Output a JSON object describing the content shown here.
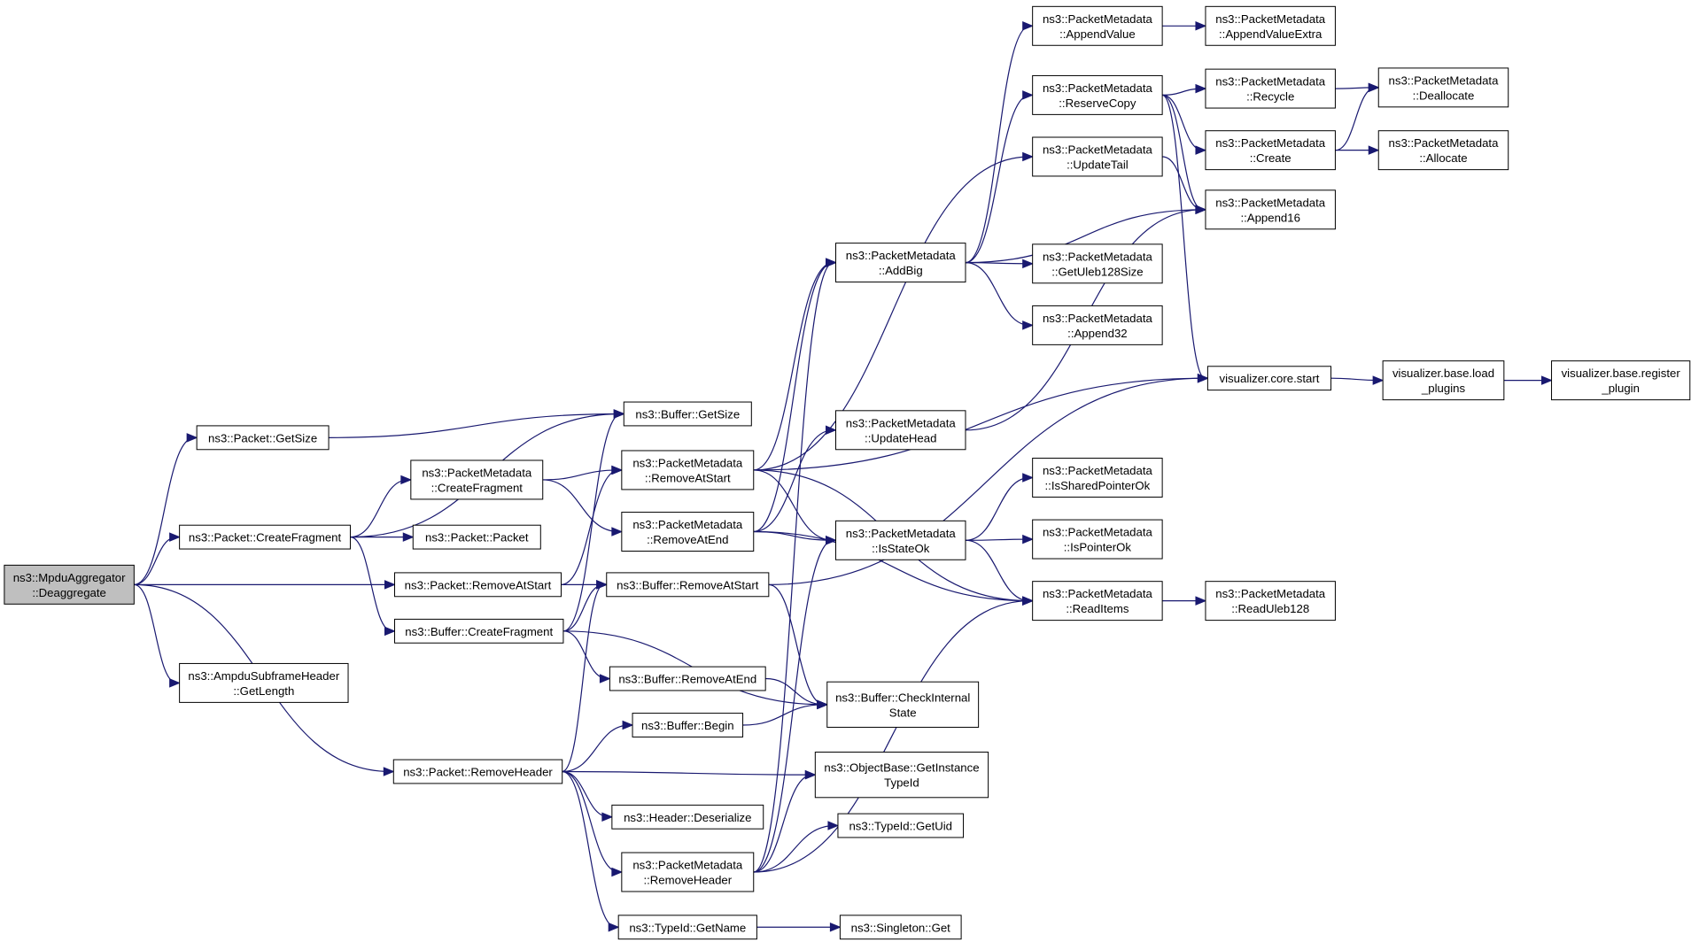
{
  "colors": {
    "edge": "#191970",
    "root_fill": "#bfbfbf",
    "node_fill": "#ffffff",
    "node_border": "#000000",
    "background": "#ffffff"
  },
  "nodes": [
    {
      "id": "deagg",
      "lines": [
        "ns3::MpduAggregator",
        "::Deaggregate"
      ],
      "root": true
    },
    {
      "id": "pkt_getsize",
      "lines": [
        "ns3::Packet::GetSize"
      ]
    },
    {
      "id": "pkt_createfrag",
      "lines": [
        "ns3::Packet::CreateFragment"
      ]
    },
    {
      "id": "pkt_removeatstart",
      "lines": [
        "ns3::Packet::RemoveAtStart"
      ]
    },
    {
      "id": "ampdu_getlength",
      "lines": [
        "ns3::AmpduSubframeHeader",
        "::GetLength"
      ]
    },
    {
      "id": "pkt_removeheader",
      "lines": [
        "ns3::Packet::RemoveHeader"
      ]
    },
    {
      "id": "buf_getsize",
      "lines": [
        "ns3::Buffer::GetSize"
      ]
    },
    {
      "id": "pm_createfrag",
      "lines": [
        "ns3::PacketMetadata",
        "::CreateFragment"
      ]
    },
    {
      "id": "pkt_packet",
      "lines": [
        "ns3::Packet::Packet"
      ]
    },
    {
      "id": "buf_createfrag",
      "lines": [
        "ns3::Buffer::CreateFragment"
      ]
    },
    {
      "id": "pm_removeatstart",
      "lines": [
        "ns3::PacketMetadata",
        "::RemoveAtStart"
      ]
    },
    {
      "id": "pm_removeatend",
      "lines": [
        "ns3::PacketMetadata",
        "::RemoveAtEnd"
      ]
    },
    {
      "id": "buf_removeatstart",
      "lines": [
        "ns3::Buffer::RemoveAtStart"
      ]
    },
    {
      "id": "buf_removeatend",
      "lines": [
        "ns3::Buffer::RemoveAtEnd"
      ]
    },
    {
      "id": "buf_begin",
      "lines": [
        "ns3::Buffer::Begin"
      ]
    },
    {
      "id": "hdr_deser",
      "lines": [
        "ns3::Header::Deserialize"
      ]
    },
    {
      "id": "pm_removeheader",
      "lines": [
        "ns3::PacketMetadata",
        "::RemoveHeader"
      ]
    },
    {
      "id": "typeid_getname",
      "lines": [
        "ns3::TypeId::GetName"
      ]
    },
    {
      "id": "pm_addbig",
      "lines": [
        "ns3::PacketMetadata",
        "::AddBig"
      ]
    },
    {
      "id": "pm_updatehead",
      "lines": [
        "ns3::PacketMetadata",
        "::UpdateHead"
      ]
    },
    {
      "id": "pm_isstateok",
      "lines": [
        "ns3::PacketMetadata",
        "::IsStateOk"
      ]
    },
    {
      "id": "buf_checkinternal",
      "lines": [
        "ns3::Buffer::CheckInternal",
        "State"
      ]
    },
    {
      "id": "ob_getinstance",
      "lines": [
        "ns3::ObjectBase::GetInstance",
        "TypeId"
      ]
    },
    {
      "id": "typeid_getuid",
      "lines": [
        "ns3::TypeId::GetUid"
      ]
    },
    {
      "id": "singleton_get",
      "lines": [
        "ns3::Singleton::Get"
      ]
    },
    {
      "id": "pm_appendvalue",
      "lines": [
        "ns3::PacketMetadata",
        "::AppendValue"
      ]
    },
    {
      "id": "pm_reservecopy",
      "lines": [
        "ns3::PacketMetadata",
        "::ReserveCopy"
      ]
    },
    {
      "id": "pm_updatetail",
      "lines": [
        "ns3::PacketMetadata",
        "::UpdateTail"
      ]
    },
    {
      "id": "pm_getuleb",
      "lines": [
        "ns3::PacketMetadata",
        "::GetUleb128Size"
      ]
    },
    {
      "id": "pm_append32",
      "lines": [
        "ns3::PacketMetadata",
        "::Append32"
      ]
    },
    {
      "id": "viz_core_start",
      "lines": [
        "visualizer.core.start"
      ]
    },
    {
      "id": "pm_issharedptr",
      "lines": [
        "ns3::PacketMetadata",
        "::IsSharedPointerOk"
      ]
    },
    {
      "id": "pm_isptr",
      "lines": [
        "ns3::PacketMetadata",
        "::IsPointerOk"
      ]
    },
    {
      "id": "pm_readitems",
      "lines": [
        "ns3::PacketMetadata",
        "::ReadItems"
      ]
    },
    {
      "id": "pm_appendvalueextra",
      "lines": [
        "ns3::PacketMetadata",
        "::AppendValueExtra"
      ]
    },
    {
      "id": "pm_recycle",
      "lines": [
        "ns3::PacketMetadata",
        "::Recycle"
      ]
    },
    {
      "id": "pm_create",
      "lines": [
        "ns3::PacketMetadata",
        "::Create"
      ]
    },
    {
      "id": "pm_append16",
      "lines": [
        "ns3::PacketMetadata",
        "::Append16"
      ]
    },
    {
      "id": "pm_readuleb",
      "lines": [
        "ns3::PacketMetadata",
        "::ReadUleb128"
      ]
    },
    {
      "id": "viz_load_plugins",
      "lines": [
        "visualizer.base.load",
        "_plugins"
      ]
    },
    {
      "id": "pm_deallocate",
      "lines": [
        "ns3::PacketMetadata",
        "::Deallocate"
      ]
    },
    {
      "id": "pm_allocate",
      "lines": [
        "ns3::PacketMetadata",
        "::Allocate"
      ]
    },
    {
      "id": "viz_register_plugin",
      "lines": [
        "visualizer.base.register",
        "_plugin"
      ]
    }
  ],
  "edges": [
    [
      "deagg",
      "pkt_getsize"
    ],
    [
      "deagg",
      "pkt_createfrag"
    ],
    [
      "deagg",
      "pkt_removeatstart"
    ],
    [
      "deagg",
      "ampdu_getlength"
    ],
    [
      "deagg",
      "pkt_removeheader"
    ],
    [
      "pkt_getsize",
      "buf_getsize"
    ],
    [
      "pkt_createfrag",
      "buf_getsize"
    ],
    [
      "pkt_createfrag",
      "pm_createfrag"
    ],
    [
      "pkt_createfrag",
      "pkt_packet"
    ],
    [
      "pkt_createfrag",
      "buf_createfrag"
    ],
    [
      "pkt_removeatstart",
      "pm_removeatstart"
    ],
    [
      "pkt_removeatstart",
      "buf_removeatstart"
    ],
    [
      "pm_createfrag",
      "pm_removeatstart"
    ],
    [
      "pm_createfrag",
      "pm_removeatend"
    ],
    [
      "buf_createfrag",
      "buf_getsize"
    ],
    [
      "buf_createfrag",
      "buf_removeatstart"
    ],
    [
      "buf_createfrag",
      "buf_removeatend"
    ],
    [
      "buf_createfrag",
      "buf_checkinternal"
    ],
    [
      "pkt_removeheader",
      "buf_removeatstart"
    ],
    [
      "pkt_removeheader",
      "buf_begin"
    ],
    [
      "pkt_removeheader",
      "hdr_deser"
    ],
    [
      "pkt_removeheader",
      "pm_removeheader"
    ],
    [
      "pkt_removeheader",
      "typeid_getname"
    ],
    [
      "pkt_removeheader",
      "ob_getinstance"
    ],
    [
      "pm_removeatstart",
      "pm_addbig"
    ],
    [
      "pm_removeatstart",
      "pm_updatetail"
    ],
    [
      "pm_removeatstart",
      "viz_core_start"
    ],
    [
      "pm_removeatstart",
      "pm_isstateok"
    ],
    [
      "pm_removeatstart",
      "pm_readitems"
    ],
    [
      "pm_removeatend",
      "pm_addbig"
    ],
    [
      "pm_removeatend",
      "pm_updatehead"
    ],
    [
      "pm_removeatend",
      "pm_isstateok"
    ],
    [
      "pm_removeatend",
      "pm_readitems"
    ],
    [
      "buf_removeatstart",
      "buf_checkinternal"
    ],
    [
      "buf_removeatstart",
      "viz_core_start"
    ],
    [
      "buf_removeatend",
      "buf_checkinternal"
    ],
    [
      "buf_begin",
      "buf_checkinternal"
    ],
    [
      "pm_removeheader",
      "pm_addbig"
    ],
    [
      "pm_removeheader",
      "pm_isstateok"
    ],
    [
      "pm_removeheader",
      "ob_getinstance"
    ],
    [
      "pm_removeheader",
      "typeid_getuid"
    ],
    [
      "pm_removeheader",
      "pm_readitems"
    ],
    [
      "typeid_getname",
      "singleton_get"
    ],
    [
      "pm_addbig",
      "pm_appendvalue"
    ],
    [
      "pm_addbig",
      "pm_reservecopy"
    ],
    [
      "pm_addbig",
      "pm_append16"
    ],
    [
      "pm_addbig",
      "pm_getuleb"
    ],
    [
      "pm_addbig",
      "pm_append32"
    ],
    [
      "pm_updatehead",
      "pm_append16"
    ],
    [
      "pm_isstateok",
      "pm_issharedptr"
    ],
    [
      "pm_isstateok",
      "pm_isptr"
    ],
    [
      "pm_isstateok",
      "pm_readitems"
    ],
    [
      "pm_appendvalue",
      "pm_appendvalueextra"
    ],
    [
      "pm_reservecopy",
      "pm_recycle"
    ],
    [
      "pm_reservecopy",
      "pm_create"
    ],
    [
      "pm_reservecopy",
      "pm_append16"
    ],
    [
      "pm_reservecopy",
      "viz_core_start"
    ],
    [
      "pm_updatetail",
      "pm_append16"
    ],
    [
      "pm_readitems",
      "pm_readuleb"
    ],
    [
      "pm_recycle",
      "pm_deallocate"
    ],
    [
      "pm_create",
      "pm_deallocate"
    ],
    [
      "pm_create",
      "pm_allocate"
    ],
    [
      "viz_core_start",
      "viz_load_plugins"
    ],
    [
      "viz_load_plugins",
      "viz_register_plugin"
    ]
  ]
}
